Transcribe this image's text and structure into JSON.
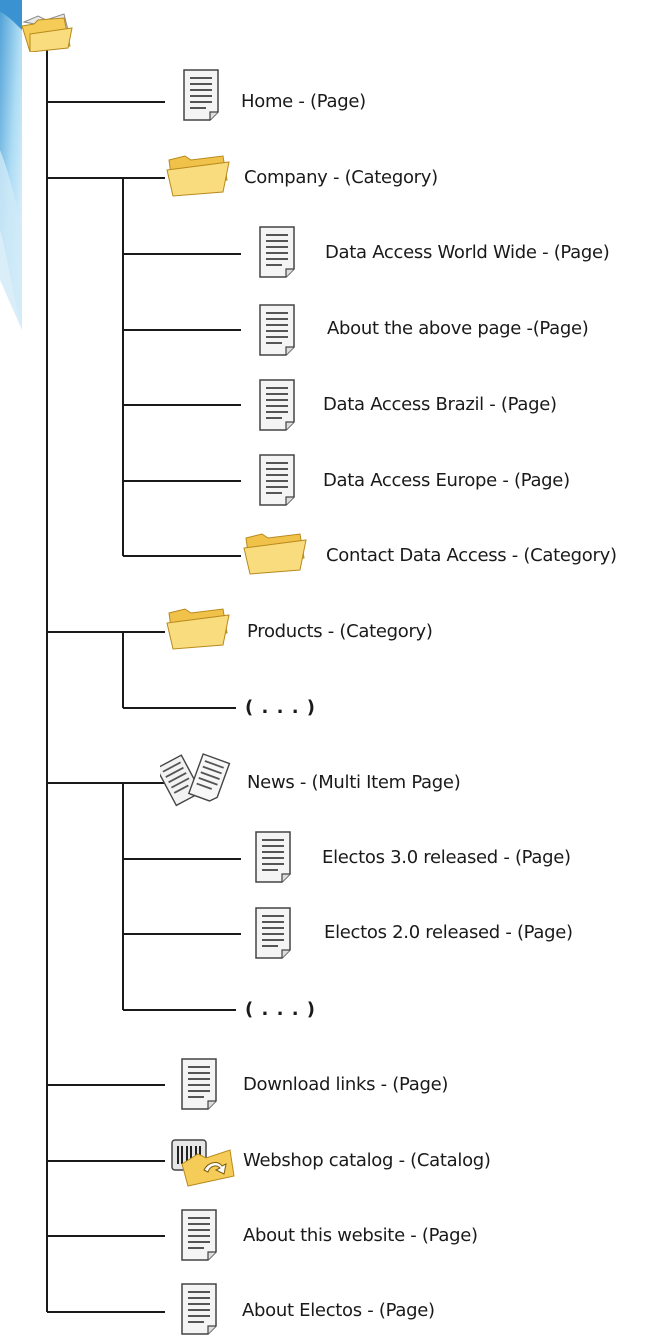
{
  "nodes": {
    "root": {
      "icon": "open-folder-icon"
    },
    "home": {
      "label": "Home - (Page)",
      "icon": "page-icon"
    },
    "company": {
      "label": "Company - (Category)",
      "icon": "folder-icon"
    },
    "data_access_world_wide": {
      "label": "Data Access World Wide - (Page)",
      "icon": "page-icon"
    },
    "about_above_page": {
      "label": "About the above page -(Page)",
      "icon": "page-icon"
    },
    "data_access_brazil": {
      "label": "Data Access Brazil - (Page)",
      "icon": "page-icon"
    },
    "data_access_europe": {
      "label": "Data Access Europe - (Page)",
      "icon": "page-icon"
    },
    "contact_data_access": {
      "label": "Contact Data Access - (Category)",
      "icon": "folder-icon"
    },
    "products": {
      "label": "Products - (Category)",
      "icon": "folder-icon"
    },
    "products_more": {
      "label": "( . . . )"
    },
    "news": {
      "label": "News - (Multi Item Page)",
      "icon": "multi-page-icon"
    },
    "electos_3": {
      "label": "Electos 3.0 released - (Page)",
      "icon": "page-icon"
    },
    "electos_2": {
      "label": "Electos 2.0 released - (Page)",
      "icon": "page-icon"
    },
    "news_more": {
      "label": "( . . . )"
    },
    "download_links": {
      "label": "Download links - (Page)",
      "icon": "page-icon"
    },
    "webshop_catalog": {
      "label": "Webshop catalog - (Catalog)",
      "icon": "catalog-icon"
    },
    "about_website": {
      "label": "About this website - (Page)",
      "icon": "page-icon"
    },
    "about_electos": {
      "label": "About Electos - (Page)",
      "icon": "page-icon"
    }
  },
  "colors": {
    "line": "#1a1a1a",
    "folder": "#f5cc57",
    "page": "#f2f2f2",
    "background_wave": "#5fb4e0"
  }
}
